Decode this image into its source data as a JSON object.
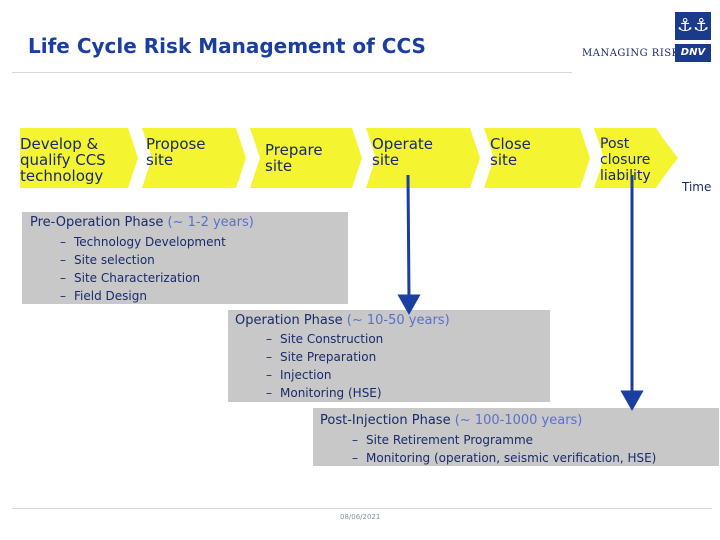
{
  "header": {
    "title": "Life Cycle Risk Management of CCS",
    "logo_text": "MANAGING RISK",
    "logo_mark": "DNV"
  },
  "flow": {
    "steps": [
      {
        "label": "Develop &\nqualify CCS\ntechnology"
      },
      {
        "label": "Propose\nsite"
      },
      {
        "label": "Prepare\nsite"
      },
      {
        "label": "Operate\nsite"
      },
      {
        "label": "Close\nsite"
      },
      {
        "label": "Post\nclosure\nliability"
      }
    ],
    "axis_label": "Time",
    "band_color": "#f4f430"
  },
  "phases": [
    {
      "title": "Pre-Operation Phase",
      "duration": "(~ 1-2 years)",
      "items": [
        "Technology Development",
        "Site selection",
        "Site Characterization",
        "Field Design"
      ]
    },
    {
      "title": "Operation Phase",
      "duration": "(~ 10-50 years)",
      "items": [
        "Site Construction",
        "Site Preparation",
        "Injection",
        "Monitoring (HSE)"
      ]
    },
    {
      "title": "Post-Injection Phase",
      "duration": "(~ 100-1000 years)",
      "items": [
        "Site Retirement Programme",
        "Monitoring (operation, seismic verification, HSE)"
      ]
    }
  ],
  "list_bullet": "–",
  "footer": {
    "date": "08/06/2021"
  },
  "colors": {
    "title": "#1a3fa0",
    "text": "#1a2a6c",
    "duration": "#5a6fd0",
    "phase_box": "#c8c8c8",
    "arrow": "#1a3fa0"
  }
}
